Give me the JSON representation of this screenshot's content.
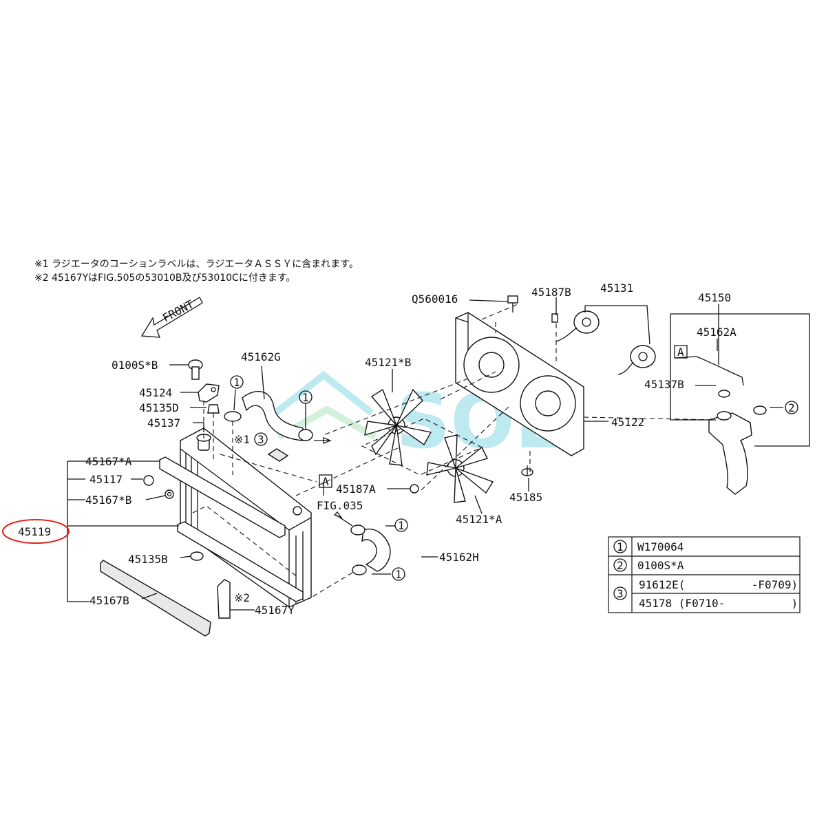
{
  "notes": [
    "※1 ラジエータのコーションラベルは、ラジエータＡＳＳＹに含まれます。",
    "※2 45167YはFIG.505の53010B及び53010Cに付きます。"
  ],
  "front_label": "FRONT",
  "parts": {
    "p0100SB": "0100S*B",
    "p45124": "45124",
    "p45135D": "45135D",
    "p45137": "45137",
    "p45162G": "45162G",
    "p45167A": "45167*A",
    "p45117": "45117",
    "p45167Bstar": "45167*B",
    "p45119": "45119",
    "p45135B": "45135B",
    "p45167B": "45167B",
    "p45167Y": "45167Y",
    "p45187A": "45187A",
    "pFIG035": "FIG.035",
    "p45162H": "45162H",
    "p45121B": "45121*B",
    "p45121A": "45121*A",
    "p45185": "45185",
    "p45122": "45122",
    "pQ560016": "Q560016",
    "p45187B": "45187B",
    "p45131": "45131",
    "p45150": "45150",
    "p45162A": "45162A",
    "p45137B": "45137B"
  },
  "refs": {
    "ref1": "※1",
    "ref2": "※2",
    "circle1": "1",
    "circle2": "2",
    "circle3": "3",
    "boxA": "A"
  },
  "legend": [
    {
      "key": "1",
      "value": "W170064"
    },
    {
      "key": "2",
      "value": "0100S*A"
    },
    {
      "key": "3",
      "value": "91612E(          -F0709)",
      "value2": "45178 (F0710-          )"
    }
  ],
  "watermark": "SOL",
  "highlight_color": "#e0221b",
  "watermark_color": "#6fd0e0"
}
